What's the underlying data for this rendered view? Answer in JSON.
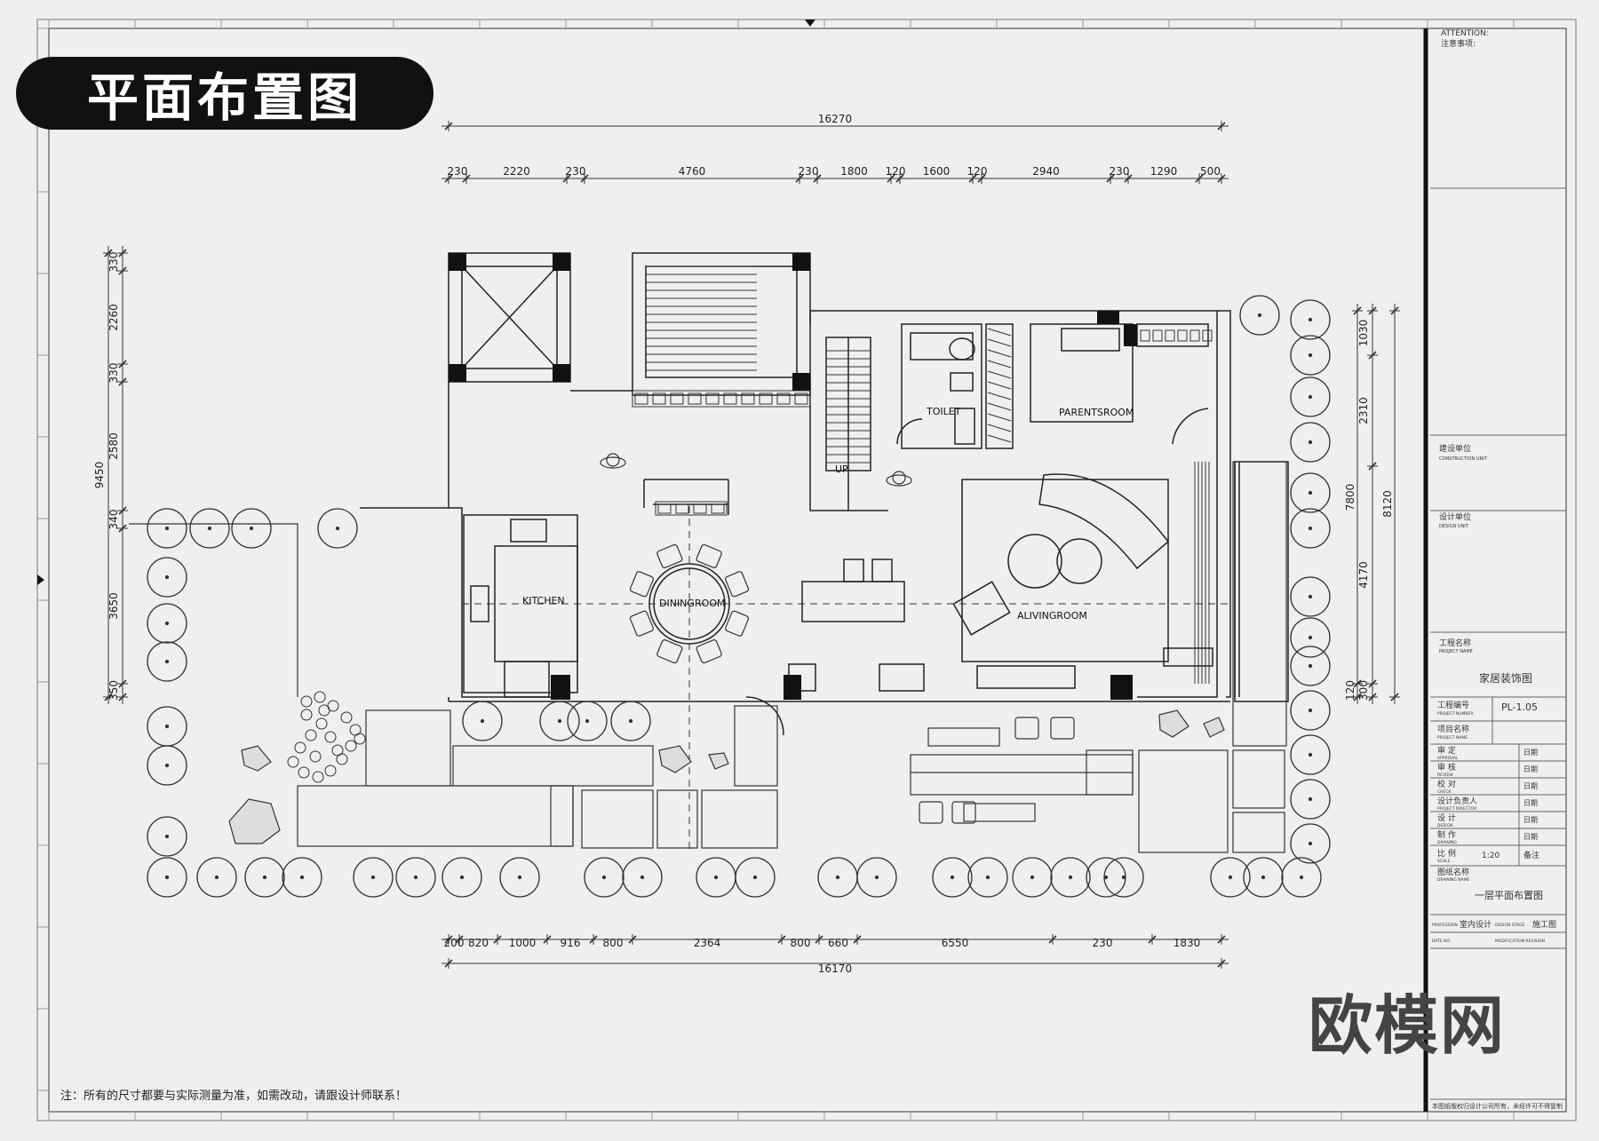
{
  "badge": "平面布置图",
  "brand_mark": "欧模网",
  "note": "注：所有的尺寸都要与实际测量为准，如需改动，请跟设计师联系！",
  "dimensions": {
    "top_total": "16270",
    "top": [
      "230",
      "2220",
      "230",
      "4760",
      "230",
      "1800",
      "120",
      "1600",
      "120",
      "2940",
      "230",
      "1290",
      "500"
    ],
    "bottom_total": "16170",
    "bottom": [
      "200",
      "820",
      "1000",
      "916",
      "800",
      "2364",
      "800",
      "660",
      "6550",
      "230",
      "1830"
    ],
    "left_total": "9450",
    "left": [
      "330",
      "2260",
      "330",
      "2580",
      "340",
      "3650",
      "350"
    ],
    "right_total": "8120",
    "right_outer": [
      "7800",
      "120"
    ],
    "right": [
      "1030",
      "2310",
      "4170",
      "300"
    ]
  },
  "rooms": {
    "toilet": "TOILET",
    "parents": "PARENTSROOM",
    "kitchen": "KITCHEN",
    "dining": "DININGROOM",
    "living": "ALIVINGROOM",
    "stair": "UP"
  },
  "title_block": {
    "attention": "ATTENTION:",
    "attention_cn": "注意事项:",
    "construction_unit": "建设单位",
    "construction_unit_en": "CONSTRUCTION UNIT",
    "design_unit": "设计单位",
    "design_unit_en": "DESIGN UNIT",
    "project_name_label": "工程名称",
    "project_name_en": "PROJECT NAME",
    "project_name": "家居装饰图",
    "project_number_label": "工程编号",
    "project_number_en": "PROJECT NUMBER",
    "drawing_no": "PL-1.05",
    "item_label": "项目名称",
    "item_en": "PROJECT NAME",
    "rows": [
      {
        "cn": "审  定",
        "en": "APPROVAL",
        "date": "日期"
      },
      {
        "cn": "审  核",
        "en": "REVIEW",
        "date": "日期"
      },
      {
        "cn": "校  对",
        "en": "CHECK",
        "date": "日期"
      },
      {
        "cn": "设计负责人",
        "en": "PROJECT DIRECTOR",
        "date": "日期"
      },
      {
        "cn": "设  计",
        "en": "DESIGN",
        "date": "日期"
      },
      {
        "cn": "制  作",
        "en": "DRAWING",
        "date": "日期"
      }
    ],
    "scale_label": "比  例",
    "scale_en": "SCALE",
    "scale": "1:20",
    "remarks_label": "备注",
    "drawing_name_label": "图纸名称",
    "drawing_name_en": "DRAWING NAME",
    "drawing_name": "一层平面布置图",
    "profession_label": "PROFESSION",
    "profession": "室内设计",
    "stage_label": "DESIGN STAGE",
    "stage": "施工图",
    "date_no_label": "DATE NO",
    "revision_label": "MODIFICATION REVISION",
    "footer": "本图纸版权归设计公司所有，未经许可不得复制"
  }
}
